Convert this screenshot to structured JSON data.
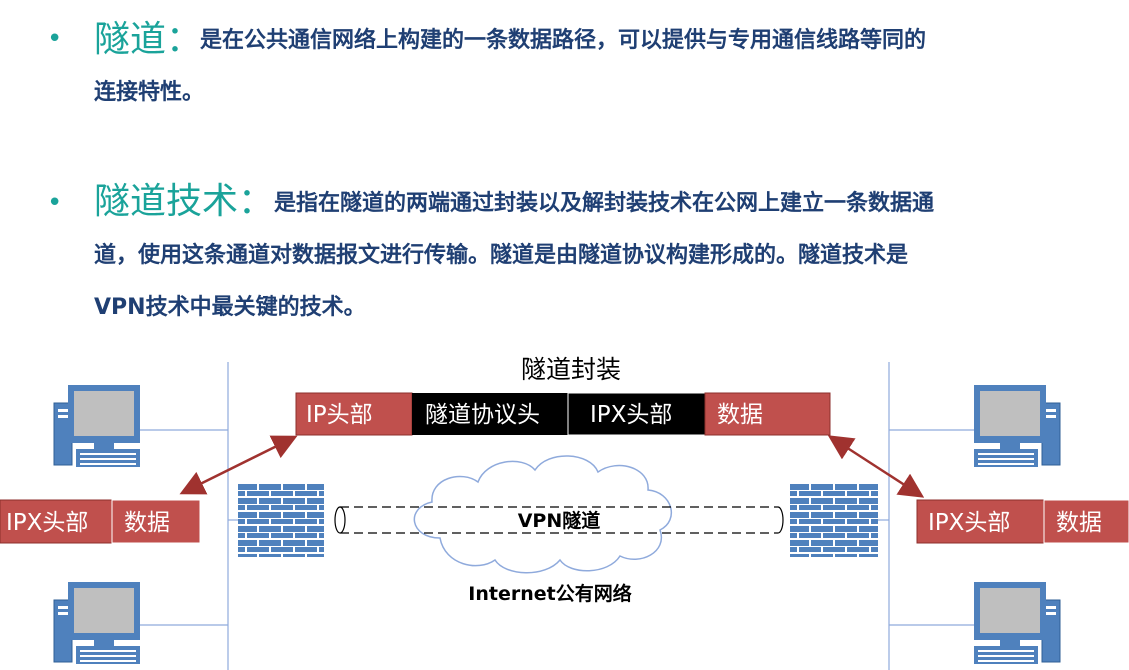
{
  "bullets": [
    {
      "term": "隧道：",
      "lines": [
        "是在公共通信网络上构建的一条数据路径，可以提供与专用通信线路等同的",
        "连接特性。"
      ]
    },
    {
      "term": "隧道技术：",
      "lines": [
        "是指在隧道的两端通过封装以及解封装技术在公网上建立一条数据通",
        "道，使用这条通道对数据报文进行传输。隧道是由隧道协议构建形成的。隧道技术是",
        "VPN技术中最关键的技术。"
      ]
    }
  ],
  "diagram": {
    "title": "隧道封装",
    "encapsulated_packet": [
      "IP头部",
      "隧道协议头",
      "IPX头部",
      "数据"
    ],
    "left_packet": [
      "IPX头部",
      "数据"
    ],
    "right_packet": [
      "IPX头部",
      "数据"
    ],
    "tunnel_label": "VPN隧道",
    "network_label": "Internet公有网络"
  },
  "colors": {
    "accent": "#1aa39a",
    "body_text": "#1f3f73",
    "packet_red": "#c0504d",
    "packet_black": "#000000",
    "firewall_blue": "#4f81bd",
    "arrow": "#a0322f"
  }
}
